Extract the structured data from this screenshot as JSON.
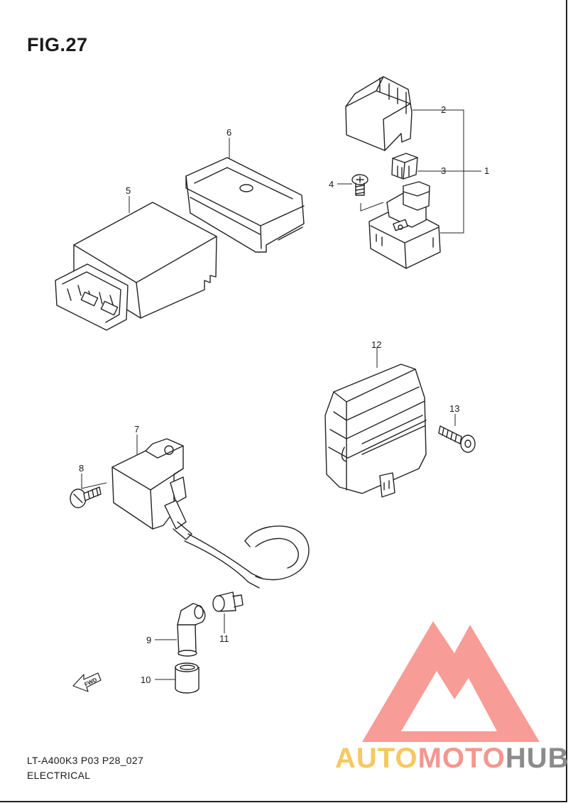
{
  "figure": {
    "title": "FIG.27"
  },
  "footer": {
    "model_code": "LT-A400K3 P03 P28_027",
    "section": "ELECTRICAL"
  },
  "callouts": [
    "1",
    "2",
    "3",
    "4",
    "5",
    "6",
    "7",
    "8",
    "9",
    "10",
    "11",
    "12",
    "13"
  ],
  "fwd_label": "FWD",
  "watermark": {
    "part1": "AUTO",
    "part2": "MOTO",
    "part3": "HUB",
    "colors": {
      "auto": "#f6c85f",
      "moto": "#f4968f",
      "hub": "#8b8b8b",
      "triangle": "#f15a50"
    }
  }
}
